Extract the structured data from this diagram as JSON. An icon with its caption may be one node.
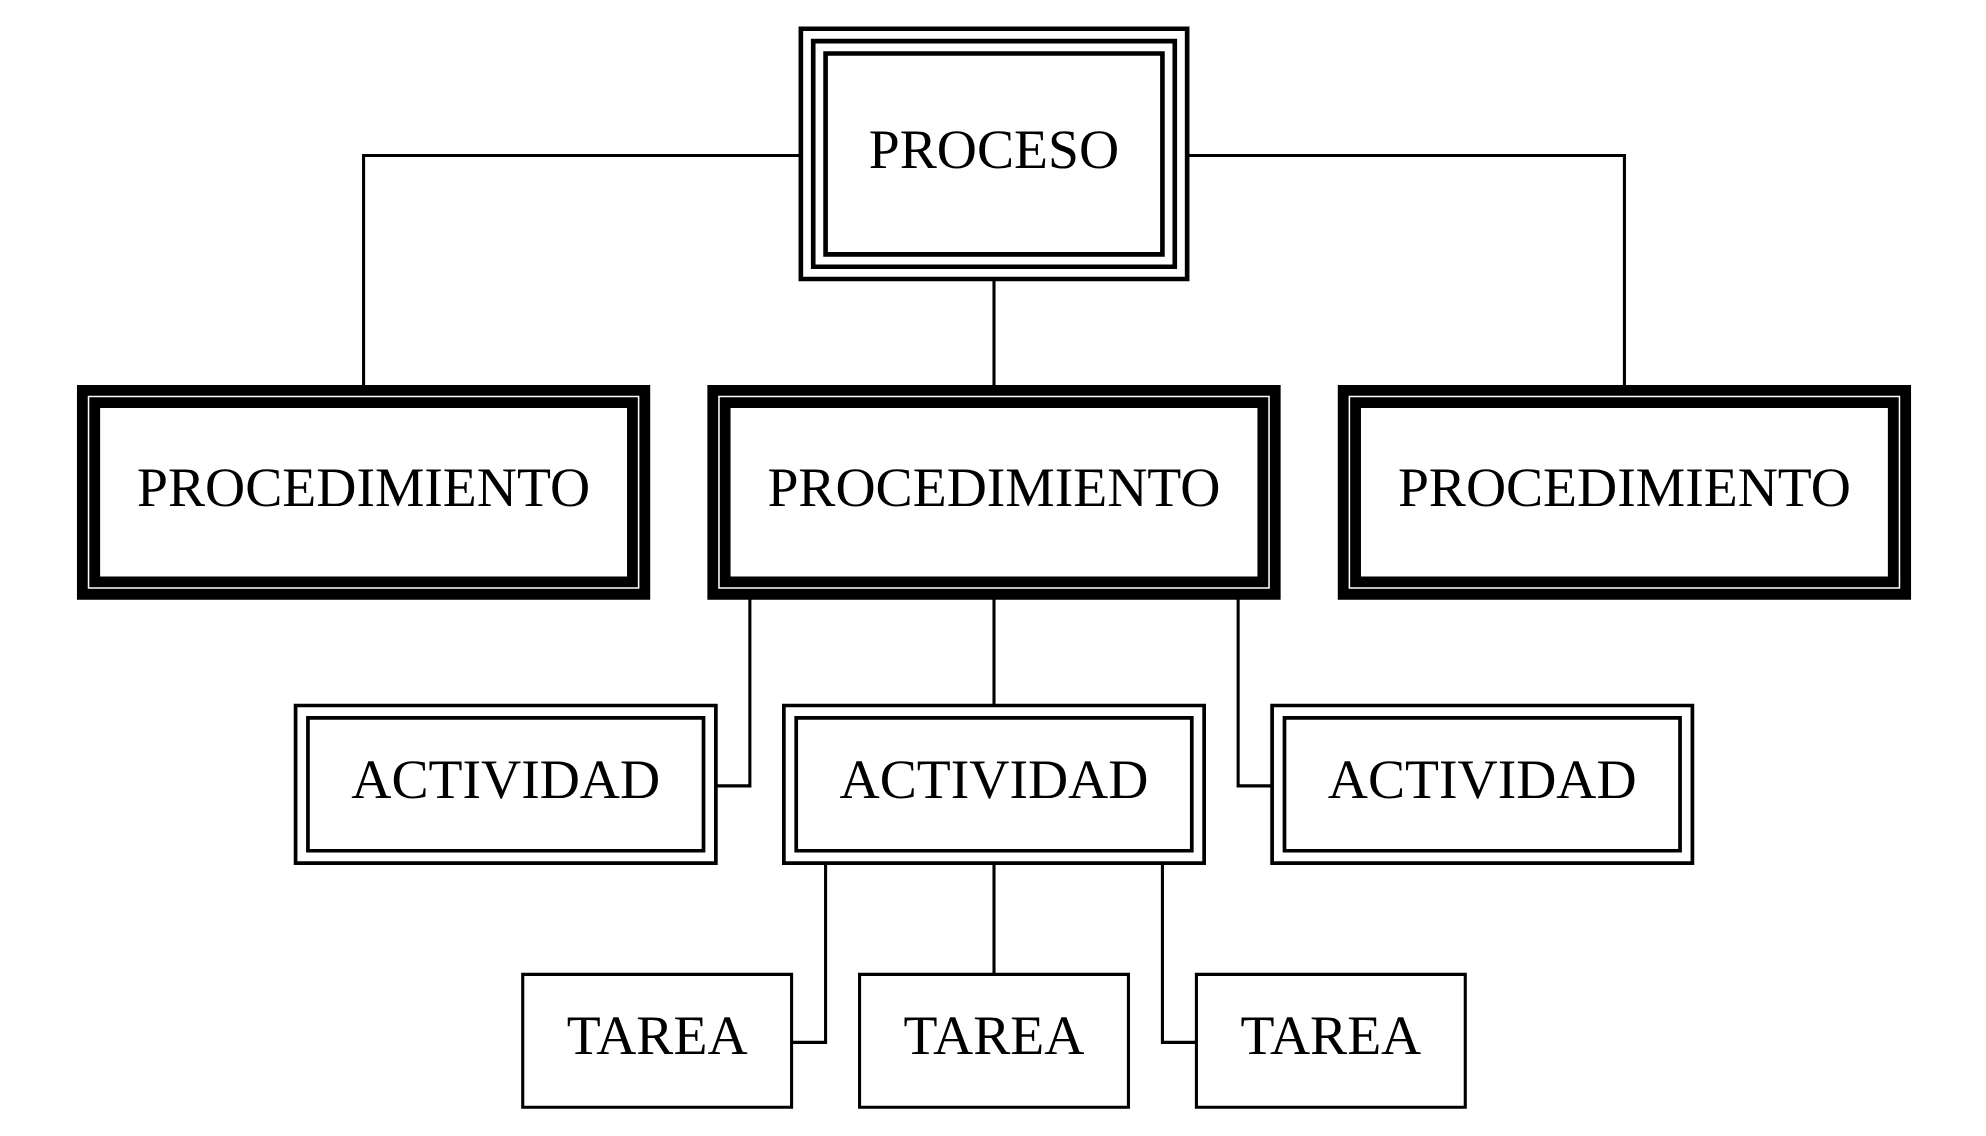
{
  "diagram": {
    "nodes": [
      {
        "text": [
          "PROCESO"
        ]
      },
      {
        "text": [
          "PROCEDIMIENTO"
        ]
      },
      {
        "text": [
          "PROCEDIMIENTO"
        ]
      },
      {
        "text": [
          "PROCEDIMIENTO"
        ]
      },
      {
        "text": [
          "ACTIVIDAD"
        ]
      },
      {
        "text": [
          "ACTIVIDAD"
        ]
      },
      {
        "text": [
          "ACTIVIDAD"
        ]
      },
      {
        "text": [
          "TAREA"
        ]
      },
      {
        "text": [
          "TAREA"
        ]
      },
      {
        "text": [
          "TAREA"
        ]
      }
    ],
    "edges": [
      {
        "from": 0,
        "to": 1,
        "arrow": "none"
      },
      {
        "from": 0,
        "to": 2,
        "arrow": "none"
      },
      {
        "from": 0,
        "to": 3,
        "arrow": "none"
      },
      {
        "from": 2,
        "to": 4,
        "arrow": "none"
      },
      {
        "from": 2,
        "to": 5,
        "arrow": "none"
      },
      {
        "from": 2,
        "to": 6,
        "arrow": "none"
      },
      {
        "from": 5,
        "to": 7,
        "arrow": "none"
      },
      {
        "from": 5,
        "to": 8,
        "arrow": "none"
      },
      {
        "from": 5,
        "to": 9,
        "arrow": "none"
      }
    ]
  }
}
